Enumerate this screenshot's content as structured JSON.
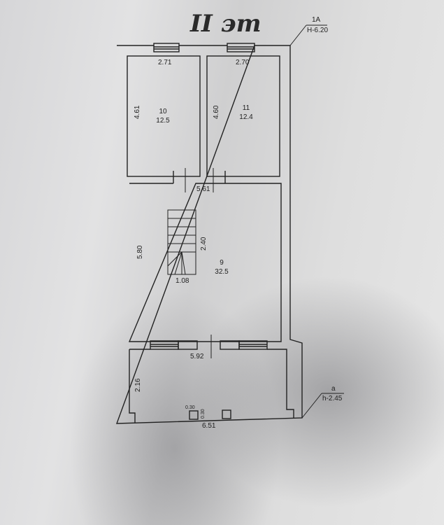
{
  "floor_label": "II эт",
  "markers": {
    "top": {
      "id": "1A",
      "height": "H-6.20"
    },
    "bottom": {
      "id": "a",
      "height": "h-2.45"
    }
  },
  "rooms": [
    {
      "number": "10",
      "area": "12.5",
      "width": "2.71",
      "length": "4.61"
    },
    {
      "number": "11",
      "area": "12.4",
      "width": "2.70",
      "length": "4.60"
    },
    {
      "number": "9",
      "area": "32.5",
      "width": "5.61",
      "length": "5.80"
    }
  ],
  "stairs": {
    "length": "2.40",
    "width": "1.08"
  },
  "terrace": {
    "width_top": "5.92",
    "depth": "2.16",
    "width_bottom": "6.51",
    "column_w": "0.30",
    "column_h": "0.30"
  }
}
